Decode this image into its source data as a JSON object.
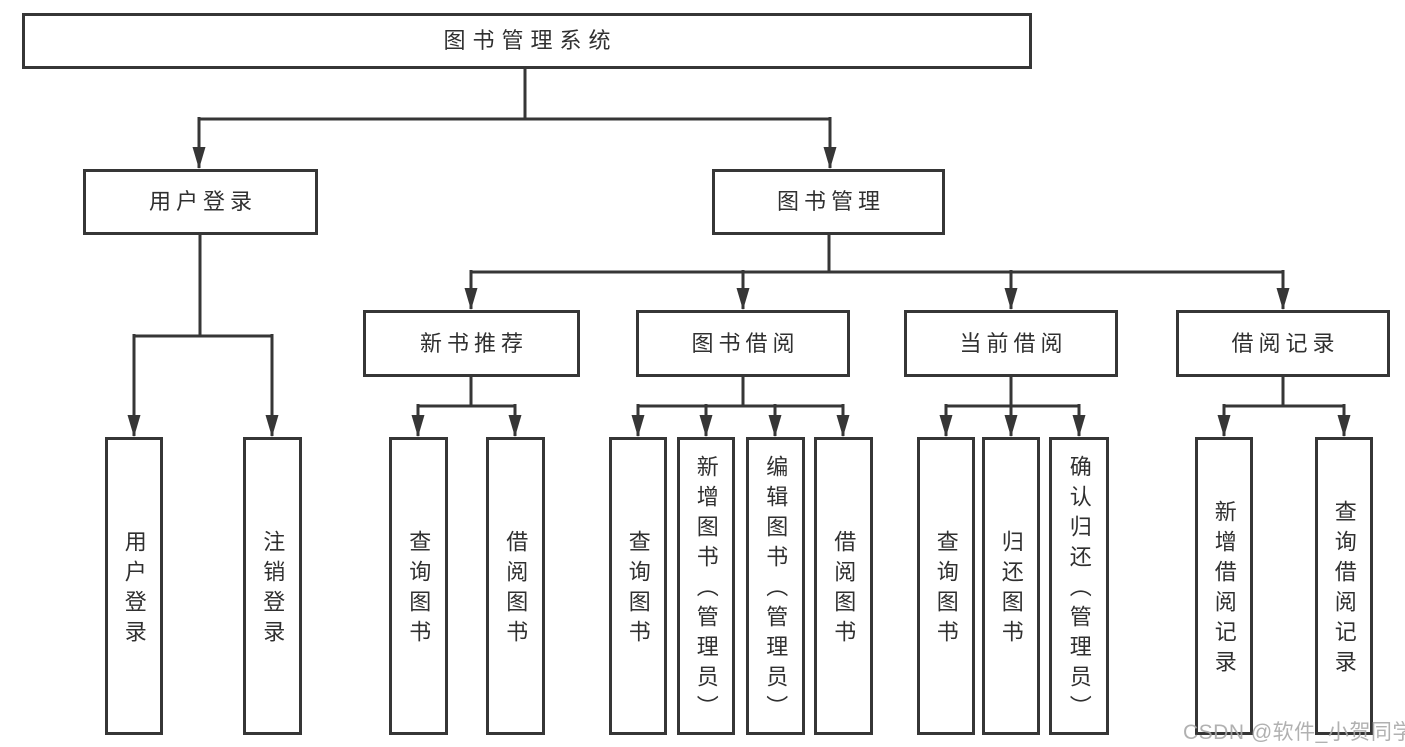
{
  "diagram": {
    "root": {
      "label": "图书管理系统"
    },
    "branches": [
      {
        "label": "用户登录",
        "children": [
          {
            "label": "用户登录"
          },
          {
            "label": "注销登录"
          }
        ]
      },
      {
        "label": "图书管理",
        "children": [
          {
            "label": "新书推荐",
            "children": [
              {
                "label": "查询图书"
              },
              {
                "label": "借阅图书"
              }
            ]
          },
          {
            "label": "图书借阅",
            "children": [
              {
                "label": "查询图书"
              },
              {
                "label": "新增图书（管理员）"
              },
              {
                "label": "编辑图书（管理员）"
              },
              {
                "label": "借阅图书"
              }
            ]
          },
          {
            "label": "当前借阅",
            "children": [
              {
                "label": "查询图书"
              },
              {
                "label": "归还图书"
              },
              {
                "label": "确认归还（管理员）"
              }
            ]
          },
          {
            "label": "借阅记录",
            "children": [
              {
                "label": "新增借阅记录"
              },
              {
                "label": "查询借阅记录"
              }
            ]
          }
        ]
      }
    ],
    "watermark": "CSDN @软件_小贺同学",
    "colors": {
      "line": "#363636",
      "text": "#303030",
      "background": "#ffffff",
      "watermark": "#a9a9a9"
    }
  }
}
